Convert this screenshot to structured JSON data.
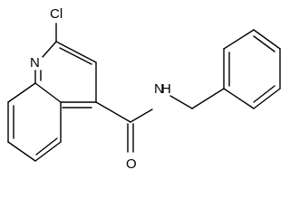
{
  "molecule": {
    "atoms": {
      "chlorine": "Cl",
      "ring_nitrogen": "N",
      "amide_nitrogen": "N",
      "amide_hydrogen": "H",
      "carbonyl_oxygen": "O"
    },
    "colors": {
      "bond": "#000000",
      "label": "#000000",
      "background": "#ffffff"
    }
  }
}
